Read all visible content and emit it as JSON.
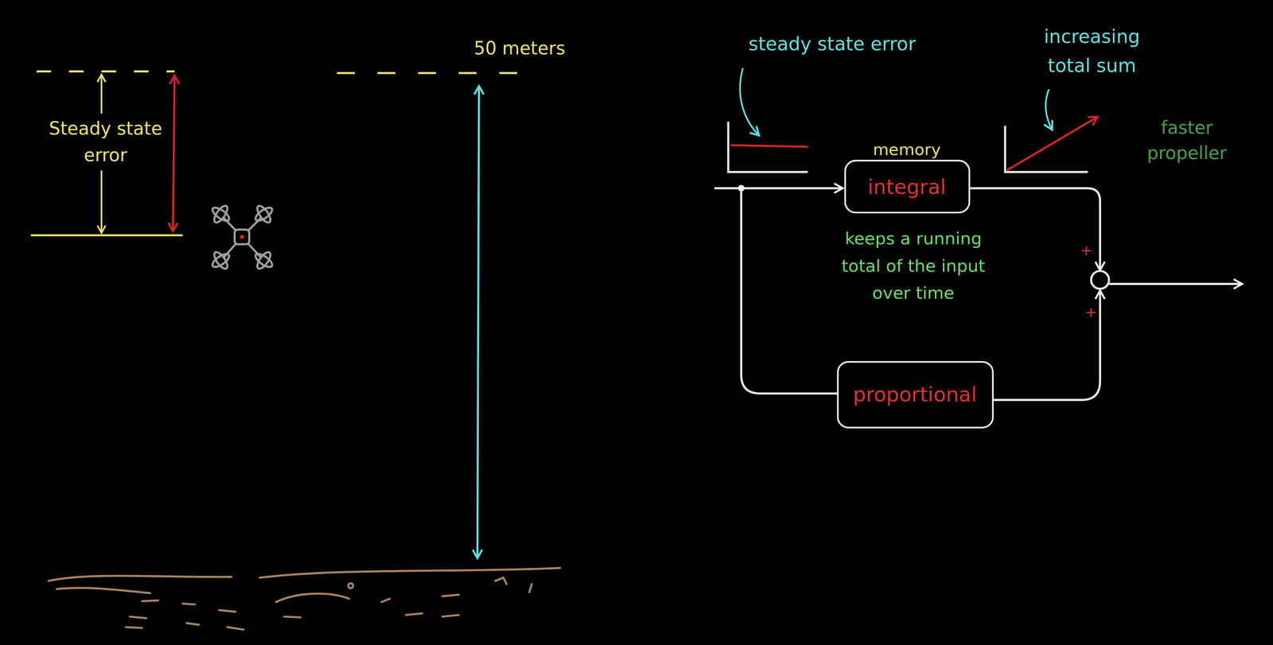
{
  "diagram": {
    "nodes": [
      {
        "text": [
          "memory",
          "integral"
        ]
      },
      {
        "text": [
          "proportional"
        ]
      }
    ],
    "labels": [
      "Steady state error",
      "50 meters",
      "steady state error",
      "increasing total sum",
      "faster propeller",
      "keeps a running total of the input over time",
      "+",
      "+"
    ]
  }
}
